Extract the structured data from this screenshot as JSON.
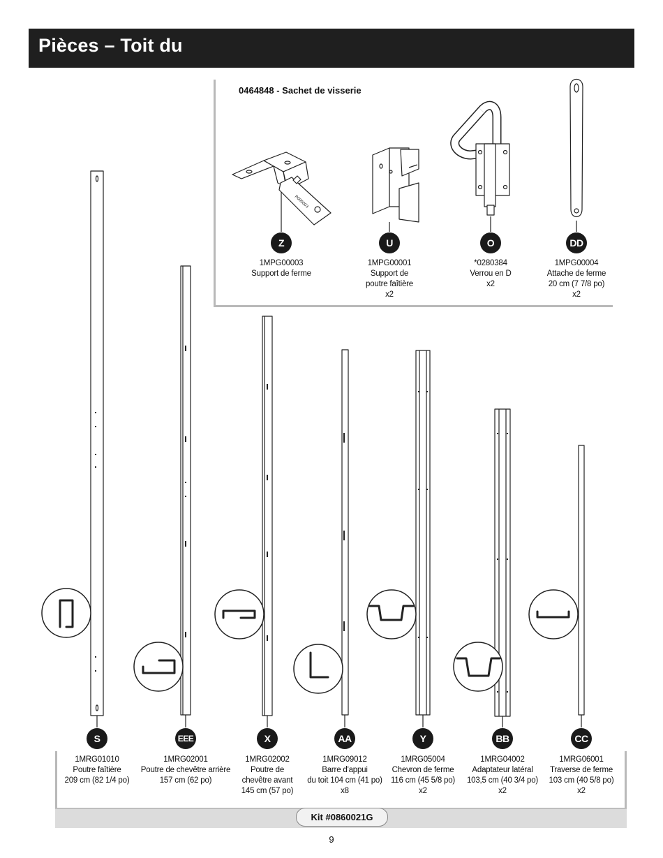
{
  "header": {
    "title": "Pièces – Toit du"
  },
  "hardware": {
    "title": "0464848 - Sachet de visserie",
    "items": [
      {
        "letter": "Z",
        "lines": [
          "1MPG00003",
          "Support de ferme"
        ]
      },
      {
        "letter": "U",
        "lines": [
          "1MPG00001",
          "Support de",
          "poutre faîtière",
          "x2"
        ]
      },
      {
        "letter": "O",
        "lines": [
          "*0280384",
          "Verrou en D",
          "x2"
        ]
      },
      {
        "letter": "DD",
        "lines": [
          "1MPG00004",
          "Attache de ferme",
          "20 cm (7 7/8 po)",
          "x2"
        ]
      }
    ],
    "stamp_text": "P000003"
  },
  "parts": [
    {
      "letter": "S",
      "lines": [
        "1MRG01010",
        "Poutre faîtière",
        "209 cm (82 1/4 po)"
      ]
    },
    {
      "letter": "EEE",
      "lines": [
        "1MRG02001",
        "Poutre de chevêtre arrière",
        "157 cm (62 po)"
      ]
    },
    {
      "letter": "X",
      "lines": [
        "1MRG02002",
        "Poutre de",
        "chevêtre avant",
        "145 cm (57 po)"
      ]
    },
    {
      "letter": "AA",
      "lines": [
        "1MRG09012",
        "Barre d'appui",
        "du toit 104 cm (41 po)",
        "x8"
      ]
    },
    {
      "letter": "Y",
      "lines": [
        "1MRG05004",
        "Chevron de ferme",
        "116 cm (45 5/8 po)",
        "x2"
      ]
    },
    {
      "letter": "BB",
      "lines": [
        "1MRG04002",
        "Adaptateur latéral",
        "103,5 cm (40 3/4 po)",
        "x2"
      ]
    },
    {
      "letter": "CC",
      "lines": [
        "1MRG06001",
        "Traverse de ferme",
        "103 cm (40 5/8 po)",
        "x2"
      ]
    }
  ],
  "footer": {
    "kit": "Kit #0860021G",
    "page": "9"
  }
}
